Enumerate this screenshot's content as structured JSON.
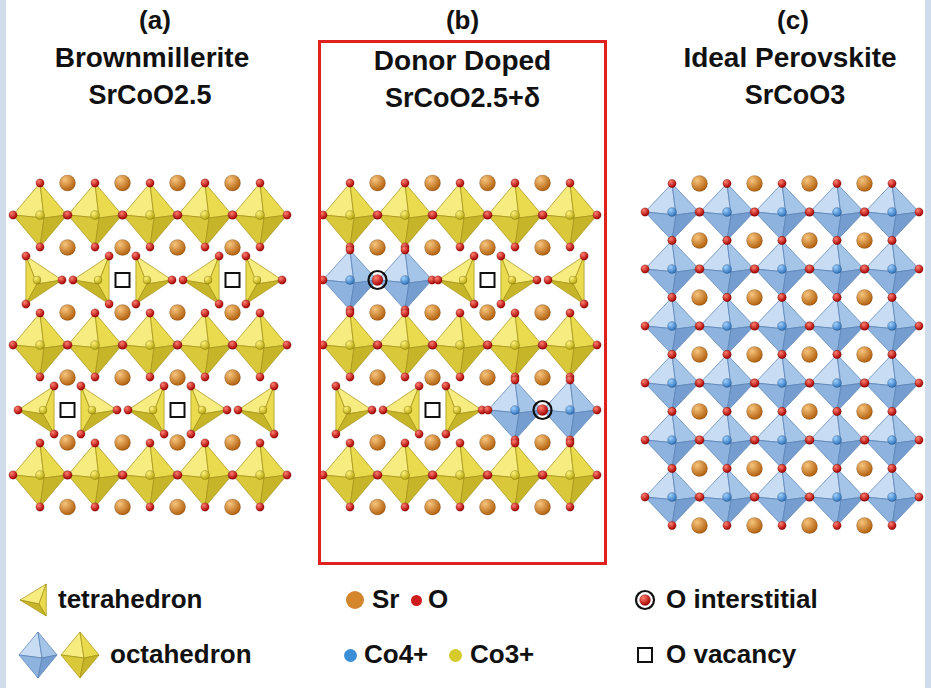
{
  "diagram": {
    "nodes": [
      {
        "text": [
          "(b)",
          "Donor Doped",
          "SrCoO2.5+δ"
        ]
      }
    ],
    "labels": [
      "(a)",
      "Brownmillerite",
      "SrCoO2.5",
      "(c)",
      "Ideal Perovskite",
      "SrCoO3"
    ],
    "legend": [
      {
        "text": "tetrahedron"
      },
      {
        "text": "Sr",
        "color": "#d3862b"
      },
      {
        "text": "O",
        "color": "#d01c1c"
      },
      {
        "text": "O interstitial"
      },
      {
        "text": "octahedron"
      },
      {
        "text": "Co4+",
        "color": "#3c8fd6"
      },
      {
        "text": "Co3+",
        "color": "#d6cb2a"
      },
      {
        "text": "O vacancy"
      }
    ]
  }
}
